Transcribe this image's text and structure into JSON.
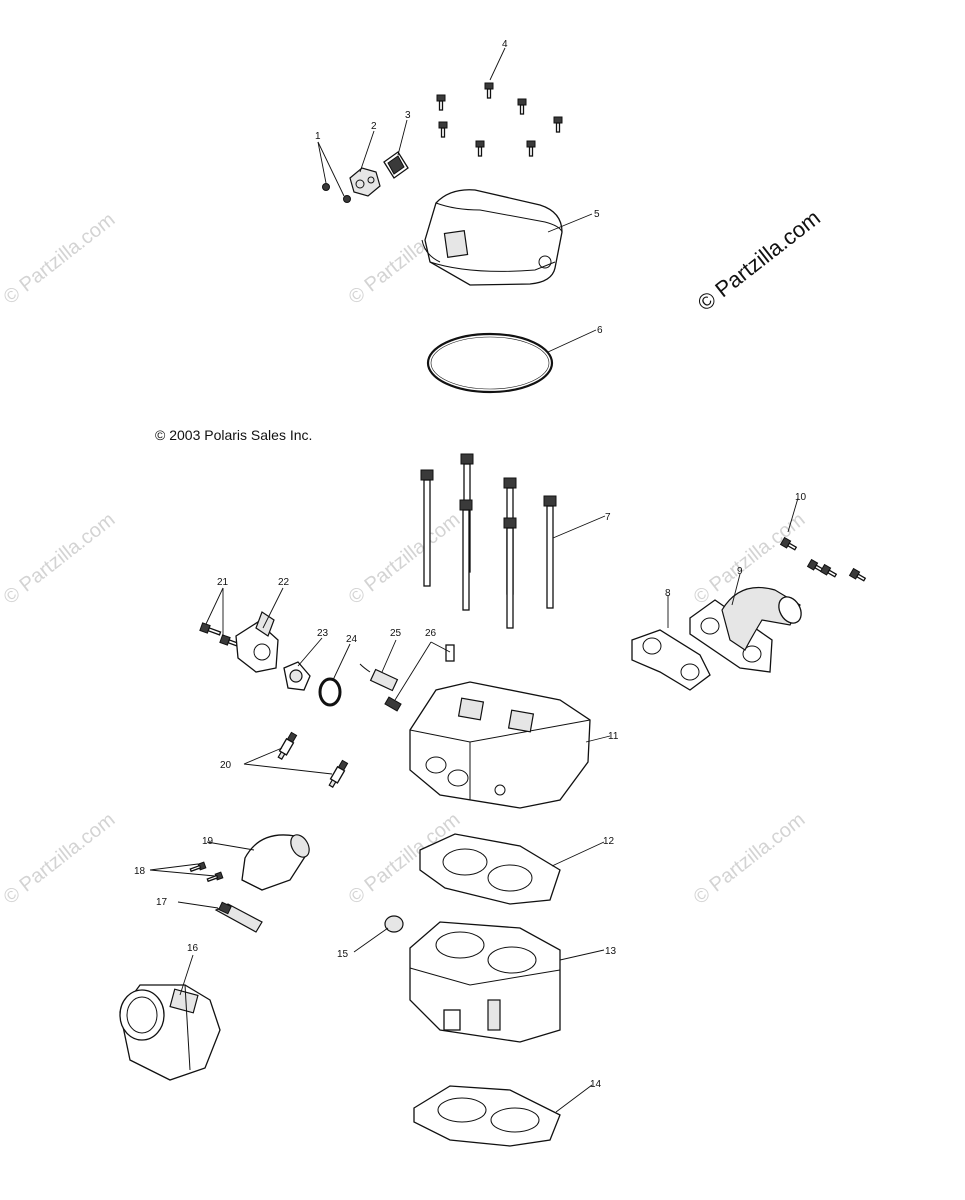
{
  "diagram": {
    "copyright": "© 2003 Polaris Sales Inc.",
    "watermark_main": "© Partzilla.com",
    "watermark_repeat": "© Partzilla.com",
    "callouts": [
      "1",
      "2",
      "3",
      "4",
      "5",
      "6",
      "7",
      "8",
      "9",
      "10",
      "11",
      "12",
      "13",
      "14",
      "15",
      "16",
      "17",
      "18",
      "19",
      "20",
      "21",
      "22",
      "23",
      "24",
      "25",
      "26"
    ]
  }
}
